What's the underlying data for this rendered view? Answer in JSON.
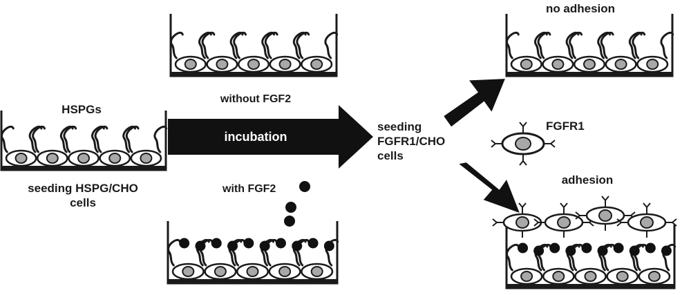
{
  "labels": {
    "hspgs": "HSPGs",
    "seeding_hspg_line1": "seeding HSPG/CHO",
    "seeding_hspg_line2": "cells",
    "without_fgf2": "without FGF2",
    "with_fgf2": "with FGF2",
    "incubation": "incubation",
    "seeding_fgfr1_line1": "seeding",
    "seeding_fgfr1_line2": "FGFR1/CHO",
    "seeding_fgfr1_line3": "cells",
    "fgfr1": "FGFR1",
    "no_adhesion": "no adhesion",
    "adhesion": "adhesion"
  },
  "colors": {
    "ink": "#1a1a1a",
    "cell_fill": "#ffffff",
    "nucleus": "#a8a8a8",
    "fgf2_ball": "#111111"
  },
  "wells": [
    {
      "name": "well-initial",
      "cells": 5,
      "fgf2": false
    },
    {
      "name": "well-without-fgf2",
      "cells": 5,
      "fgf2": false
    },
    {
      "name": "well-with-fgf2",
      "cells": 5,
      "fgf2": true
    },
    {
      "name": "well-no-adhesion",
      "cells": 5,
      "fgf2": false
    },
    {
      "name": "well-adhesion",
      "cells": 5,
      "fgf2": true
    }
  ]
}
